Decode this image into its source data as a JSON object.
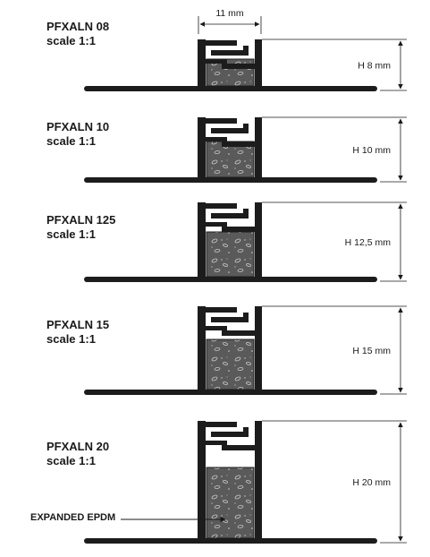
{
  "width_dimension": "11 mm",
  "callout": "EXPANDED EPDM",
  "colors": {
    "profile": "#1c1c1c",
    "epdm": "#5a5a5a",
    "lines": "#1a1a1a"
  },
  "profiles": [
    {
      "name": "PFXALN 08",
      "scale": "scale 1:1",
      "height": "H 8 mm",
      "height_mm": 8
    },
    {
      "name": "PFXALN 10",
      "scale": "scale 1:1",
      "height": "H 10 mm",
      "height_mm": 10
    },
    {
      "name": "PFXALN 125",
      "scale": "scale 1:1",
      "height": "H 12,5 mm",
      "height_mm": 12.5
    },
    {
      "name": "PFXALN 15",
      "scale": "scale 1:1",
      "height": "H 15 mm",
      "height_mm": 15
    },
    {
      "name": "PFXALN 20",
      "scale": "scale 1:1",
      "height": "H 20 mm",
      "height_mm": 20
    }
  ]
}
